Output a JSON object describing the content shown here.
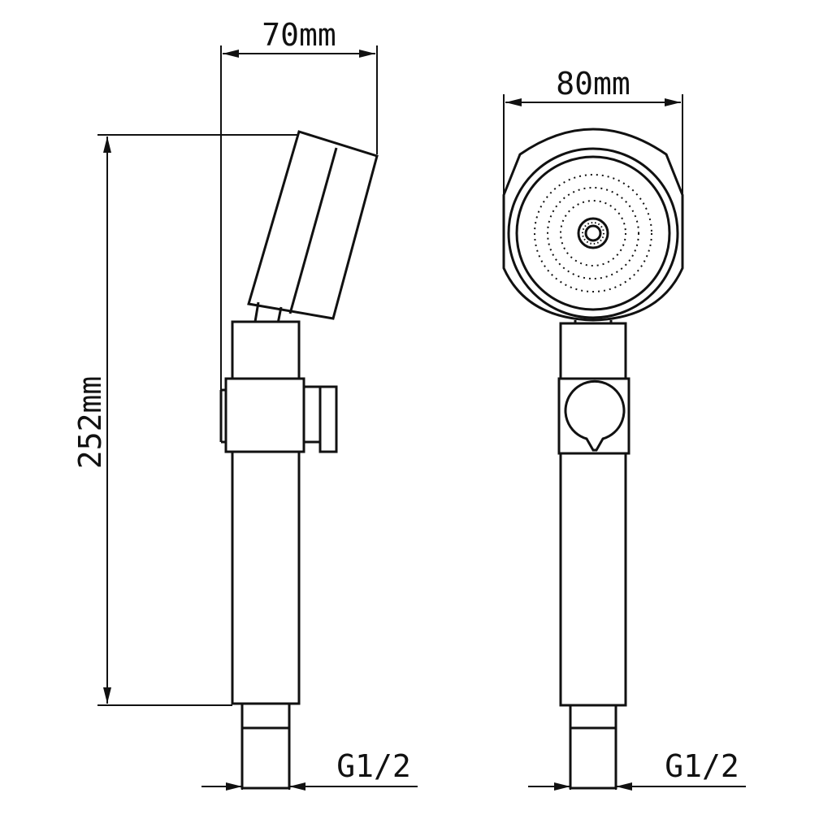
{
  "drawing": {
    "dimensions": {
      "side_width": "70mm",
      "front_width": "80mm",
      "height": "252mm",
      "side_thread": "G1/2",
      "front_thread": "G1/2"
    },
    "colors": {
      "line": "#111111",
      "background": "#ffffff"
    }
  }
}
